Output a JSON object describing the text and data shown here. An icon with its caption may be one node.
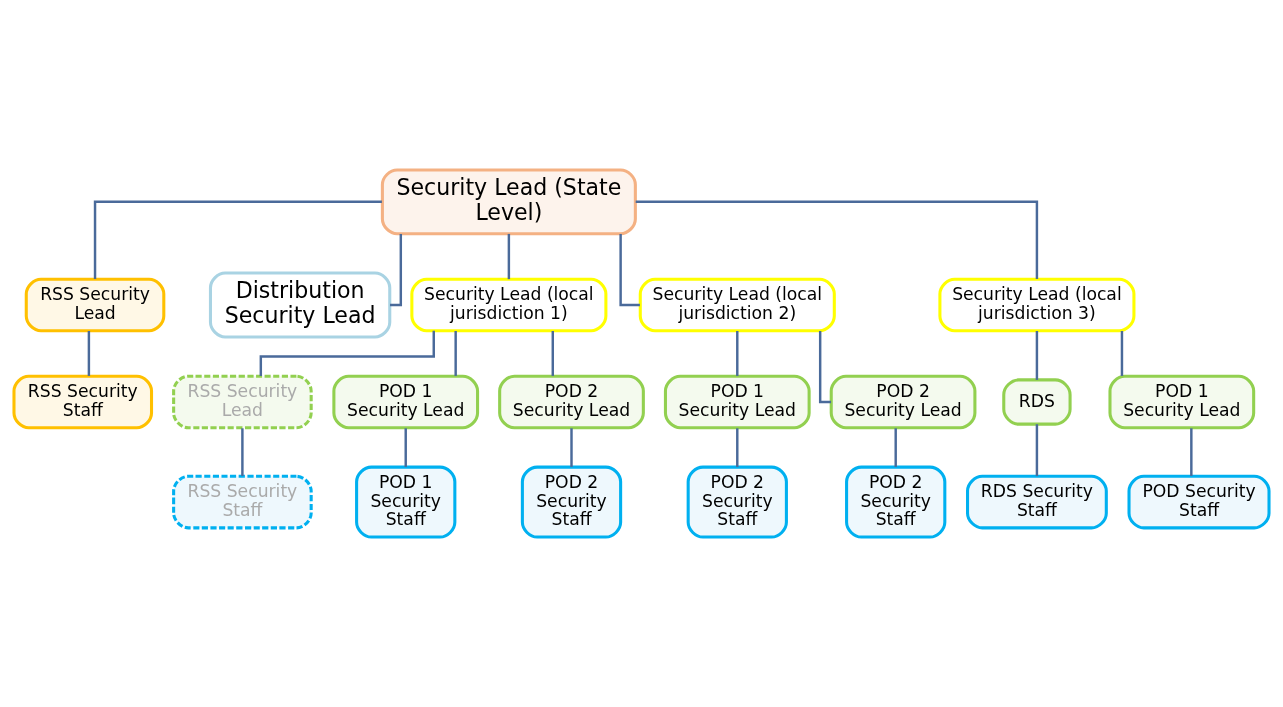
{
  "diagram": {
    "nodes": [
      {
        "text": [
          "Security Lead (State Level)"
        ]
      },
      {
        "text": [
          "RSS Security Lead"
        ]
      },
      {
        "text": [
          "RSS Security Staff"
        ]
      },
      {
        "text": [
          "Distribution Security Lead"
        ]
      },
      {
        "text": [
          "Security Lead (local jurisdiction 1)"
        ]
      },
      {
        "text": [
          "Security Lead (local jurisdiction 2)"
        ]
      },
      {
        "text": [
          "Security Lead (local jurisdiction 3)"
        ]
      },
      {
        "text": [
          "RSS Security Lead"
        ]
      },
      {
        "text": [
          "POD 1 Security Lead"
        ]
      },
      {
        "text": [
          "POD 2 Security Lead"
        ]
      },
      {
        "text": [
          "RSS Security Staff"
        ]
      },
      {
        "text": [
          "POD 1 Security Staff"
        ]
      },
      {
        "text": [
          "POD 2 Security Staff"
        ]
      },
      {
        "text": [
          "POD 1 Security Lead"
        ]
      },
      {
        "text": [
          "POD 2 Security Lead"
        ]
      },
      {
        "text": [
          "POD 2 Security Staff"
        ]
      },
      {
        "text": [
          "POD 2 Security Staff"
        ]
      },
      {
        "text": [
          "RDS"
        ]
      },
      {
        "text": [
          "POD 1 Security Lead"
        ]
      },
      {
        "text": [
          "RDS Security Staff"
        ]
      },
      {
        "text": [
          "POD Security Staff"
        ]
      }
    ],
    "edges": [
      {
        "from": 0,
        "to": 1,
        "arrow": "none"
      },
      {
        "from": 0,
        "to": 3,
        "arrow": "none"
      },
      {
        "from": 0,
        "to": 4,
        "arrow": "none"
      },
      {
        "from": 0,
        "to": 5,
        "arrow": "none"
      },
      {
        "from": 0,
        "to": 6,
        "arrow": "none"
      },
      {
        "from": 1,
        "to": 2,
        "arrow": "none"
      },
      {
        "from": 4,
        "to": 7,
        "arrow": "none"
      },
      {
        "from": 4,
        "to": 8,
        "arrow": "none"
      },
      {
        "from": 4,
        "to": 9,
        "arrow": "none"
      },
      {
        "from": 7,
        "to": 10,
        "arrow": "none"
      },
      {
        "from": 8,
        "to": 11,
        "arrow": "none"
      },
      {
        "from": 9,
        "to": 12,
        "arrow": "none"
      },
      {
        "from": 5,
        "to": 13,
        "arrow": "none"
      },
      {
        "from": 5,
        "to": 14,
        "arrow": "none"
      },
      {
        "from": 13,
        "to": 15,
        "arrow": "none"
      },
      {
        "from": 14,
        "to": 16,
        "arrow": "none"
      },
      {
        "from": 6,
        "to": 17,
        "arrow": "none"
      },
      {
        "from": 6,
        "to": 18,
        "arrow": "none"
      },
      {
        "from": 17,
        "to": 19,
        "arrow": "none"
      },
      {
        "from": 18,
        "to": 20,
        "arrow": "none"
      }
    ]
  }
}
